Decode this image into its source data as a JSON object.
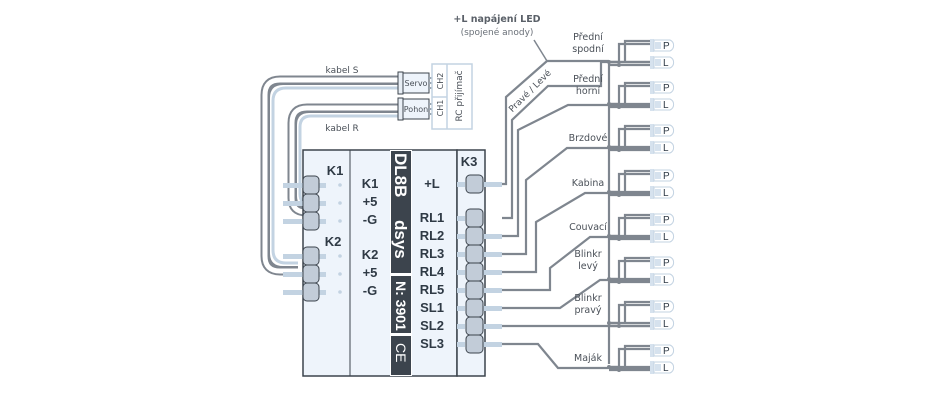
{
  "title": {
    "line1": "+L napájení LED",
    "line2": "(spojené anody)"
  },
  "diagonal_label": "Pravé / Levé",
  "receiver": {
    "label": "RC přijímač",
    "ch2": "CH2",
    "ch1": "CH1",
    "plug_servo": "Servo",
    "plug_pohon": "Pohon"
  },
  "cables": {
    "cable_s": "kabel S",
    "cable_r": "kabel R"
  },
  "module": {
    "k1_header": "K1",
    "k2_header": "K2",
    "k3_header": "K3",
    "k1_pins": [
      "K1",
      "+5",
      "-G"
    ],
    "k2_pins": [
      "K2",
      "+5",
      "-G"
    ],
    "k3_pins": [
      "+L",
      "RL1",
      "RL2",
      "RL3",
      "RL4",
      "RL5",
      "SL1",
      "SL2",
      "SL3"
    ],
    "strip": {
      "model": "DL8B",
      "brand": "dsys",
      "serial": "N: 3901",
      "ce": "CE"
    }
  },
  "lights": [
    {
      "name": "Přední spodní",
      "line1": "Přední",
      "line2": "spodní"
    },
    {
      "name": "Přední horní",
      "line1": "Přední",
      "line2": "horní"
    },
    {
      "name": "Brzdové",
      "line1": "Brzdové",
      "line2": ""
    },
    {
      "name": "Kabina",
      "line1": "Kabina",
      "line2": ""
    },
    {
      "name": "Couvací",
      "line1": "Couvací",
      "line2": ""
    },
    {
      "name": "Blinkr levý",
      "line1": "Blinkr",
      "line2": "levý"
    },
    {
      "name": "Blinkr pravý",
      "line1": "Blinkr",
      "line2": "pravý"
    },
    {
      "name": "Maják",
      "line1": "Maják",
      "line2": ""
    }
  ],
  "led_labels": {
    "right": "P",
    "left": "L"
  },
  "colors": {
    "wire": "#7f868f",
    "wire_light": "#c3d3e2",
    "module_fill": "#eef4fb",
    "strip_dark": "#3c444d",
    "pin_fill": "#c2ccd8"
  }
}
